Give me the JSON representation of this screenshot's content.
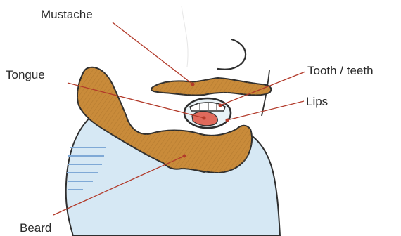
{
  "labels": {
    "mustache": "Mustache",
    "tongue": "Tongue",
    "tooth": "Tooth / teeth",
    "lips": "Lips",
    "beard": "Beard"
  },
  "colors": {
    "beard_fill": "#c98b3a",
    "beard_hatch": "#a8702a",
    "outline": "#2f2f2f",
    "shirt_fill": "#d6e8f4",
    "shirt_stripes": "#7fa9d6",
    "tongue": "#e06a5c",
    "mouth": "#e9f2f6",
    "leader": "#b23a2a"
  }
}
